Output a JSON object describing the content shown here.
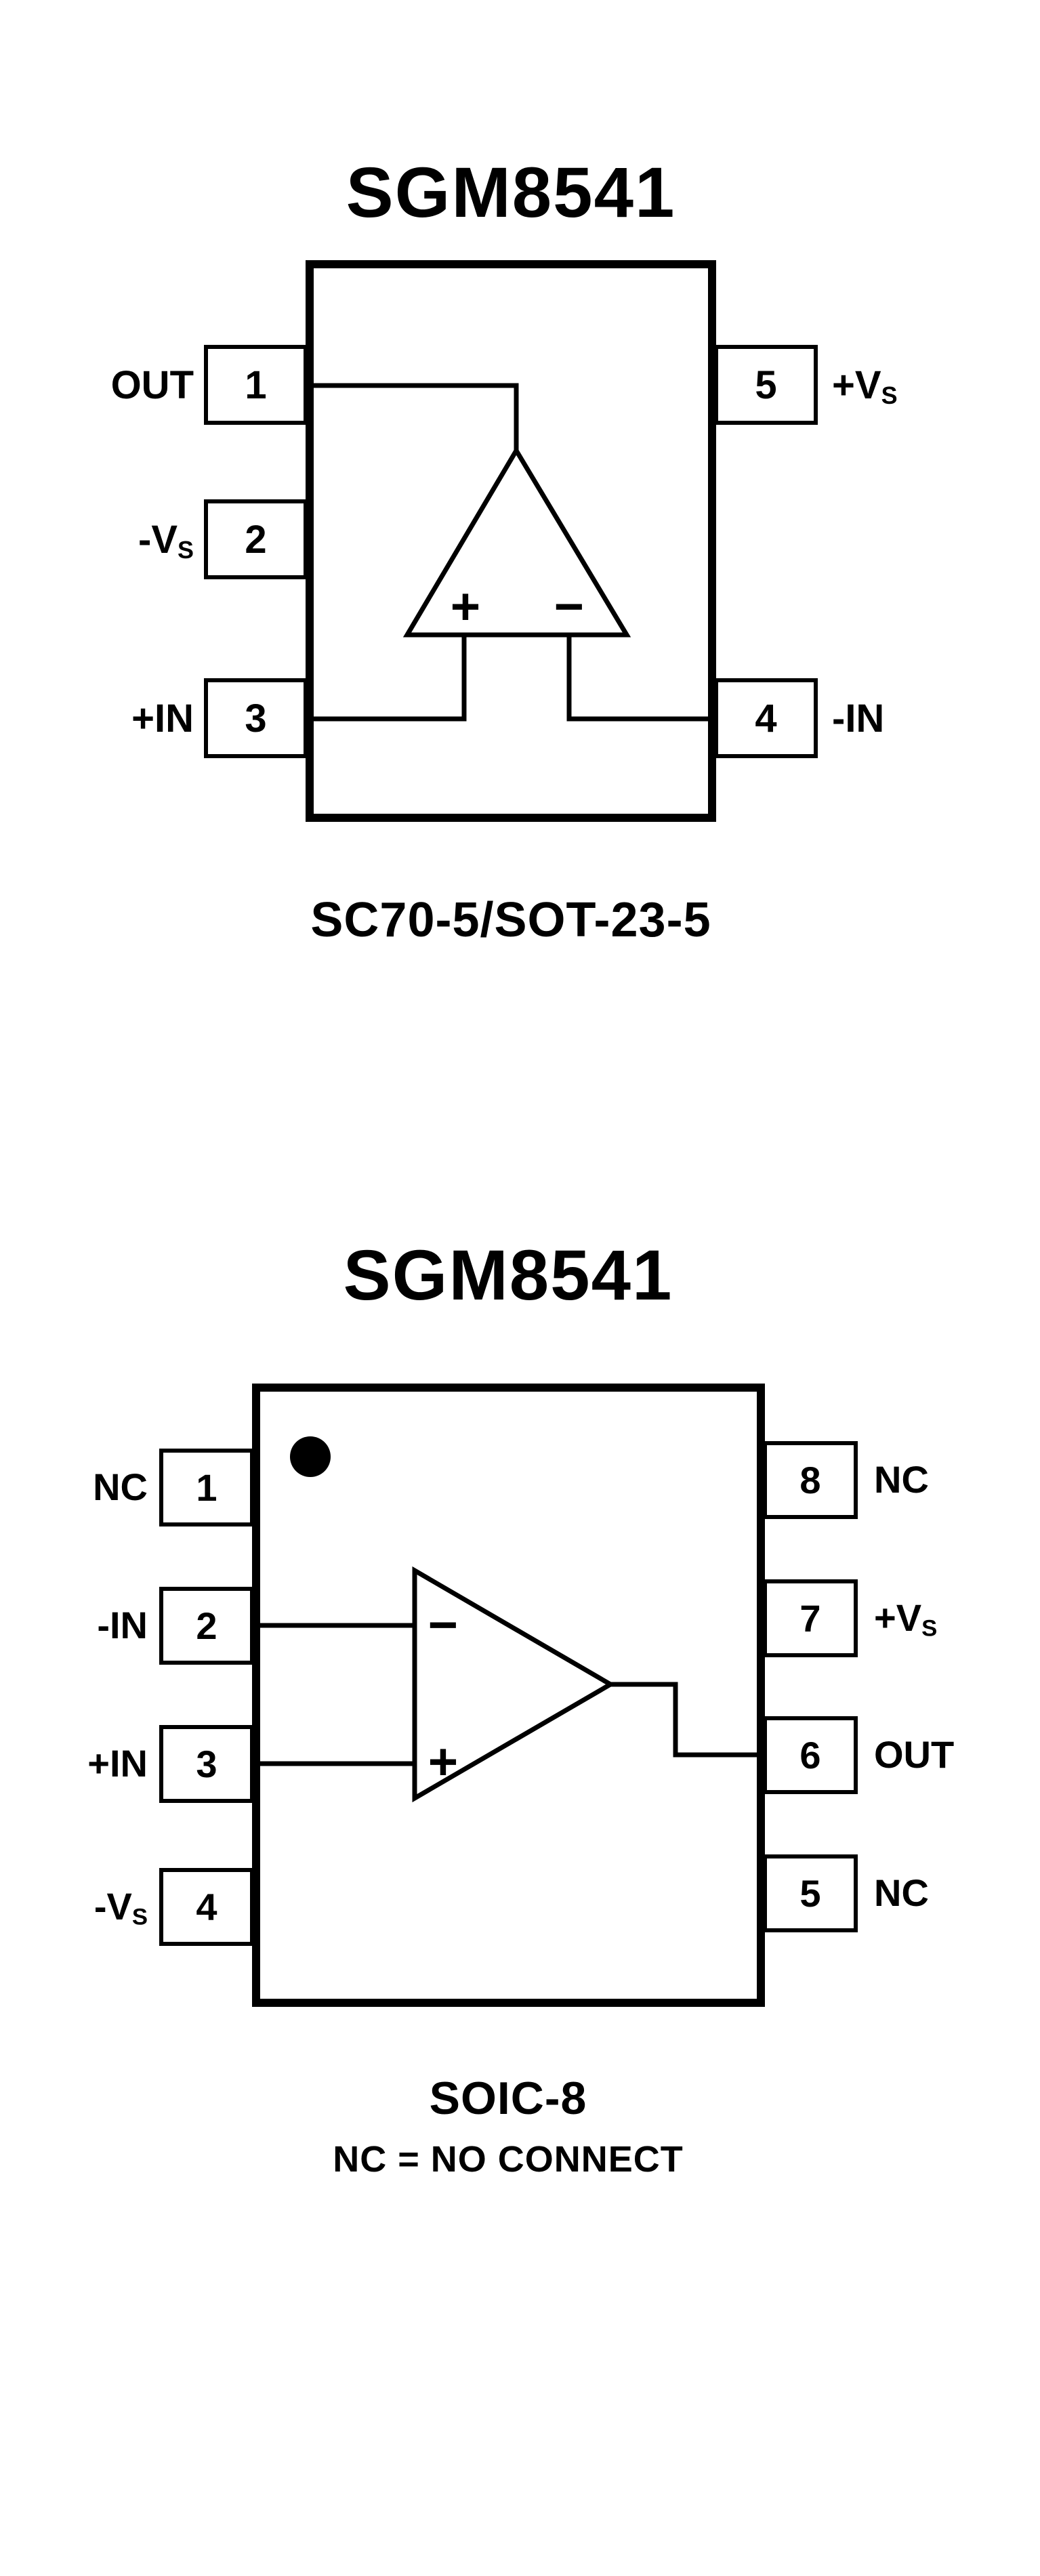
{
  "colors": {
    "ink": "#000000",
    "background": "#ffffff"
  },
  "diagram1": {
    "title": "SGM8541",
    "package_label": "SC70-5/SOT-23-5",
    "opamp": {
      "plus": "+",
      "minus": "−"
    },
    "pins_left": [
      {
        "number": "1",
        "label": "OUT",
        "label_sub": ""
      },
      {
        "number": "2",
        "label": "-V",
        "label_sub": "S"
      },
      {
        "number": "3",
        "label": "+IN",
        "label_sub": ""
      }
    ],
    "pins_right": [
      {
        "number": "5",
        "label": "+V",
        "label_sub": "S"
      },
      {
        "number": "4",
        "label": "-IN",
        "label_sub": ""
      }
    ]
  },
  "diagram2": {
    "title": "SGM8541",
    "package_label": "SOIC-8",
    "note": "NC = NO CONNECT",
    "opamp": {
      "plus": "+",
      "minus": "−"
    },
    "pins_left": [
      {
        "number": "1",
        "label": "NC",
        "label_sub": ""
      },
      {
        "number": "2",
        "label": "-IN",
        "label_sub": ""
      },
      {
        "number": "3",
        "label": "+IN",
        "label_sub": ""
      },
      {
        "number": "4",
        "label": "-V",
        "label_sub": "S"
      }
    ],
    "pins_right": [
      {
        "number": "8",
        "label": "NC",
        "label_sub": ""
      },
      {
        "number": "7",
        "label": "+V",
        "label_sub": "S"
      },
      {
        "number": "6",
        "label": "OUT",
        "label_sub": ""
      },
      {
        "number": "5",
        "label": "NC",
        "label_sub": ""
      }
    ]
  }
}
